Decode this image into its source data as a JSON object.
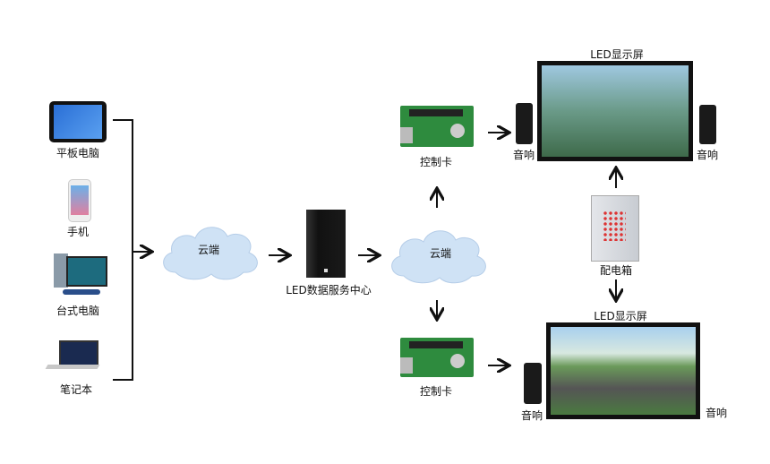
{
  "devices": [
    {
      "label": "平板电脑",
      "icon": "tablet-icon"
    },
    {
      "label": "手机",
      "icon": "phone-icon"
    },
    {
      "label": "台式电脑",
      "icon": "desktop-icon"
    },
    {
      "label": "笔记本",
      "icon": "laptop-icon"
    }
  ],
  "cloud_left": {
    "label": "云端"
  },
  "server": {
    "label": "LED数据服务中心"
  },
  "cloud_right": {
    "label": "云端"
  },
  "control_card_top": {
    "label": "控制卡"
  },
  "control_card_bottom": {
    "label": "控制卡"
  },
  "speaker_labels": [
    "音响",
    "音响",
    "音响",
    "音响"
  ],
  "screen_top": {
    "label": "LED显示屏"
  },
  "screen_bottom": {
    "label": "LED显示屏"
  },
  "distribution_box": {
    "label": "配电箱"
  },
  "colors": {
    "cloud": "#cfe2f5",
    "card": "#2e8b3e",
    "line": "#111111"
  }
}
